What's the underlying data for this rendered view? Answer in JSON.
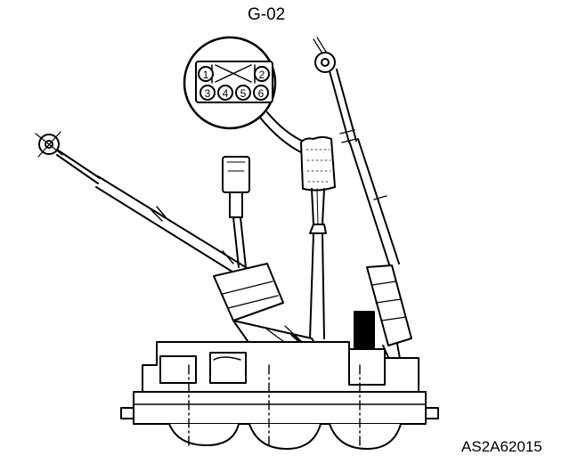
{
  "diagram": {
    "title": "G-02",
    "code": "AS2A62015",
    "connector_pins": [
      "1",
      "2",
      "3",
      "4",
      "5",
      "6"
    ]
  },
  "colors": {
    "line": "#000000",
    "background": "#ffffff"
  }
}
